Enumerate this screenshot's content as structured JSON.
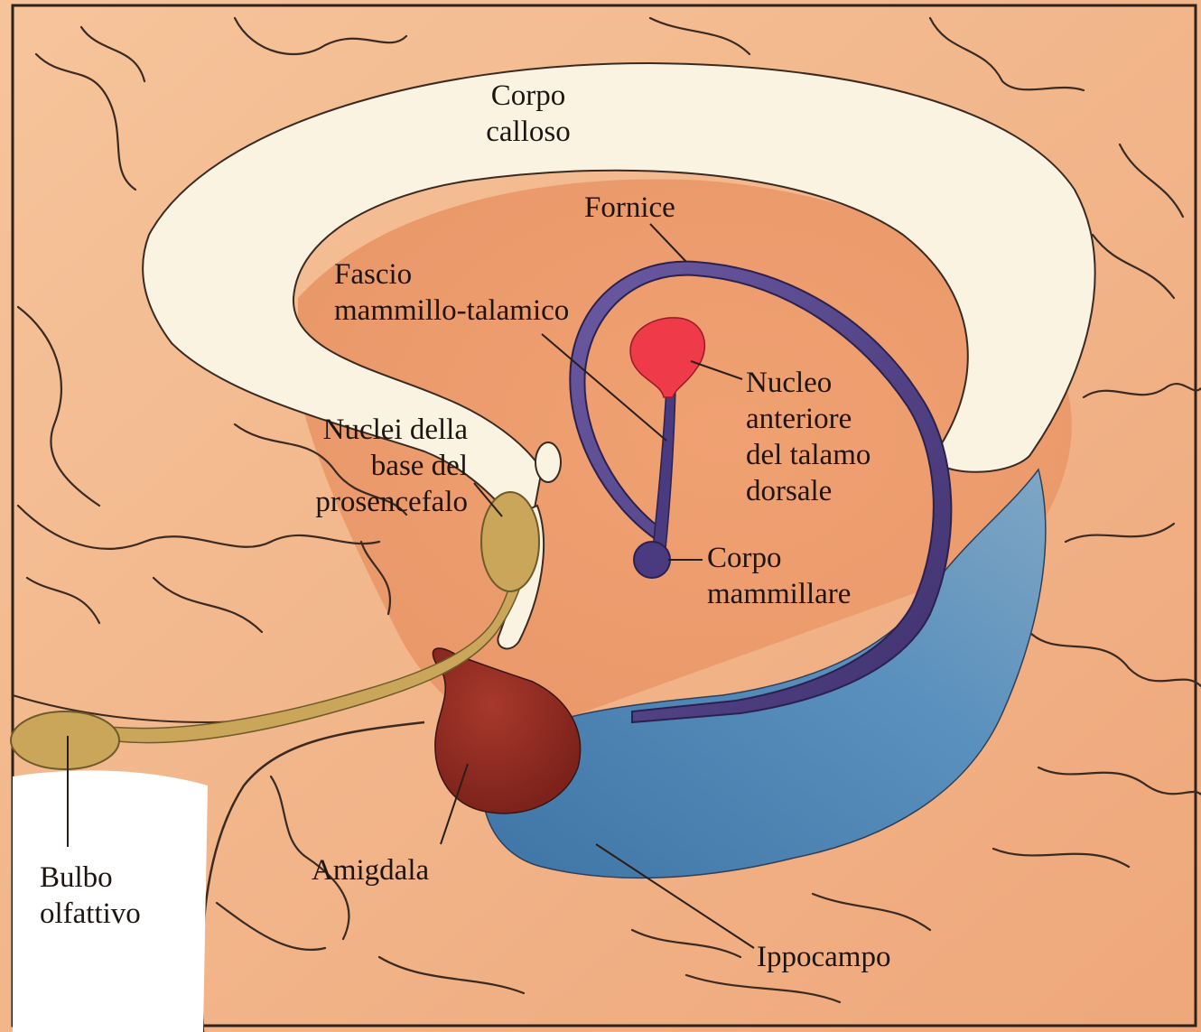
{
  "diagram": {
    "labels": {
      "corpo_calloso": [
        "Corpo",
        "calloso"
      ],
      "fornice": [
        "Fornice"
      ],
      "fascio": [
        "Fascio",
        "mammillo-talamico"
      ],
      "nucleo_anteriore": [
        "Nucleo",
        "anteriore",
        "del talamo",
        "dorsale"
      ],
      "nuclei_base": [
        "Nuclei della",
        "base del",
        "prosencefalo"
      ],
      "corpo_mammillare": [
        "Corpo",
        "mammillare"
      ],
      "amigdala": [
        "Amigdala"
      ],
      "bulbo": [
        "Bulbo",
        "olfattivo"
      ],
      "ippocampo": [
        "Ippocampo"
      ]
    },
    "colors": {
      "cortex": "#f2b488",
      "sulcus": "#3a2a22",
      "corpus_callosum": "#fbf3e2",
      "fornix": "#5a4a8e",
      "anterior_nucleus": "#ef3a4a",
      "hippocampus": "#4f86b4",
      "amygdala": "#8e2a22",
      "olfactory": "#c9a65a"
    }
  }
}
